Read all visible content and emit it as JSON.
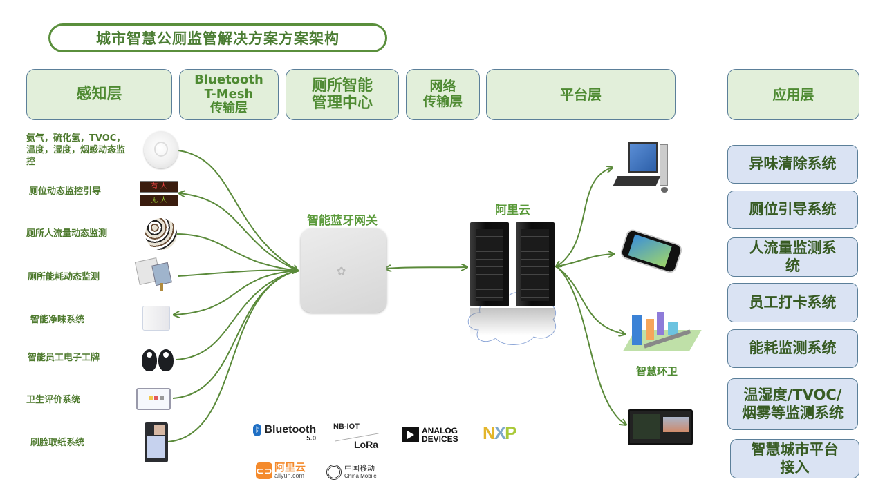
{
  "title": "城市智慧公厕监管解决方案方案架构",
  "layers": [
    {
      "id": "perception",
      "label": "感知层"
    },
    {
      "id": "bluetooth",
      "label_lines": [
        "Bluetooth",
        "T-Mesh",
        "传输层"
      ]
    },
    {
      "id": "center",
      "label_lines": [
        "厕所智能",
        "管理中心"
      ]
    },
    {
      "id": "network",
      "label_lines": [
        "网络",
        "传输层"
      ]
    },
    {
      "id": "platform",
      "label": "平台层"
    },
    {
      "id": "application",
      "label": "应用层"
    }
  ],
  "sensors": [
    {
      "label": "氨气，硫化氢，TVOC，温度，湿度，烟感动态监控",
      "icon": "smoke-detector-icon"
    },
    {
      "label": "厕位动态监控引导",
      "icon": "occupancy-display-icon",
      "display_top": "有 人",
      "display_bottom": "无 人"
    },
    {
      "label": "厕所人流量动态监测",
      "icon": "people-counter-icon"
    },
    {
      "label": "厕所能耗动态监测",
      "icon": "energy-meter-icon"
    },
    {
      "label": "智能净味系统",
      "icon": "air-purifier-icon"
    },
    {
      "label": "智能员工电子工牌",
      "icon": "badge-tag-icon"
    },
    {
      "label": "卫生评价系统",
      "icon": "rating-tablet-icon"
    },
    {
      "label": "刷脸取纸系统",
      "icon": "face-paper-dispenser-icon"
    }
  ],
  "gateway": {
    "label": "智能蓝牙网关"
  },
  "cloud": {
    "label": "阿里云"
  },
  "platform_devices": [
    {
      "name": "desktop-computer",
      "icon": "desktop-computer-icon"
    },
    {
      "name": "smartphone",
      "icon": "smartphone-icon"
    },
    {
      "name": "smart-sanitation",
      "icon": "smart-city-icon",
      "label": "智慧环卫"
    },
    {
      "name": "dashboard-screen",
      "icon": "dashboard-screen-icon"
    }
  ],
  "applications": [
    {
      "label": "异味清除系统"
    },
    {
      "label": "厕位引导系统"
    },
    {
      "label_lines": [
        "人流量监测系",
        "统"
      ]
    },
    {
      "label": "员工打卡系统"
    },
    {
      "label": "能耗监测系统"
    },
    {
      "label_lines": [
        "温湿度/TVOC/",
        "烟雾等监测系统"
      ]
    },
    {
      "label_lines": [
        "智慧城市平台",
        "接入"
      ]
    }
  ],
  "logos": {
    "bluetooth": {
      "name": "Bluetooth",
      "version": "5.0"
    },
    "nbiot": "NB-IOT",
    "lora": "LoRa",
    "analog": [
      "ANALOG",
      "DEVICES"
    ],
    "nxp": "NXP",
    "aliyun": {
      "cn": "阿里云",
      "en": "aliyun.com"
    },
    "chinamobile": {
      "cn": "中国移动",
      "en": "China Mobile"
    }
  },
  "colors": {
    "accent_green": "#4e8a32",
    "arrow_green": "#5a8a3a",
    "layer_fill": "#e2efda",
    "app_fill": "#dae3f3"
  }
}
